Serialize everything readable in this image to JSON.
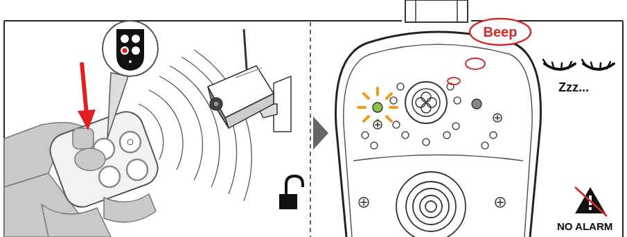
{
  "diagram": {
    "nodes": [
      {
        "text": [
          "Beep"
        ]
      }
    ],
    "labels": [
      "Zzz...",
      "NO ALARM"
    ]
  }
}
